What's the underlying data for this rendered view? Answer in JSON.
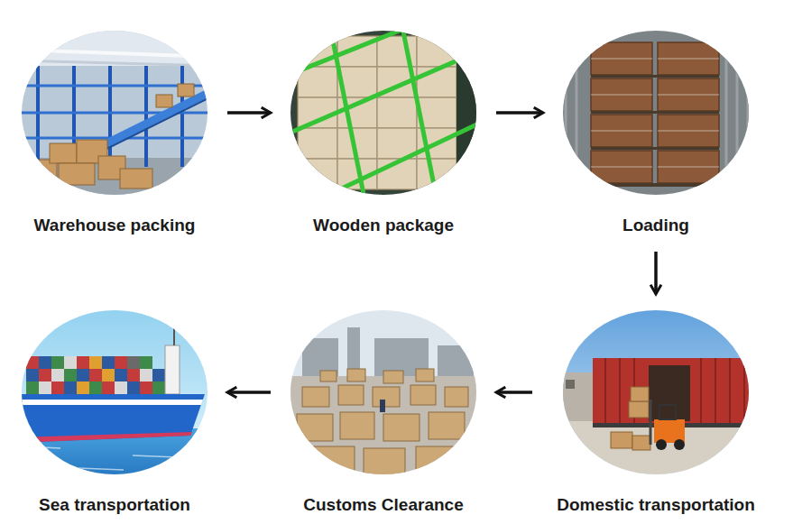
{
  "diagram": {
    "nodes": [
      {
        "text": [
          "Warehouse packing"
        ]
      },
      {
        "text": [
          "Wooden package"
        ]
      },
      {
        "text": [
          "Loading"
        ]
      },
      {
        "text": [
          "Domestic transportation"
        ]
      },
      {
        "text": [
          "Customs Clearance"
        ]
      },
      {
        "text": [
          "Sea transportation"
        ]
      }
    ],
    "edges": [
      {
        "from": 0,
        "to": 1,
        "arrow": "to"
      },
      {
        "from": 1,
        "to": 2,
        "arrow": "to"
      },
      {
        "from": 2,
        "to": 3,
        "arrow": "to"
      },
      {
        "from": 3,
        "to": 4,
        "arrow": "to"
      },
      {
        "from": 4,
        "to": 5,
        "arrow": "to"
      }
    ]
  }
}
